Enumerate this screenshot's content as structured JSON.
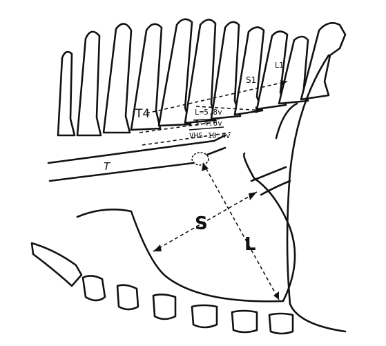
{
  "labels": {
    "t4": "T4",
    "s1": "S1",
    "l1": "L1",
    "trachea": "T",
    "short_axis": "S",
    "long_axis": "L"
  },
  "measurements": {
    "l": "L=5.8v",
    "s": "S-4.6v",
    "vhs": "VHS-10.4v"
  }
}
